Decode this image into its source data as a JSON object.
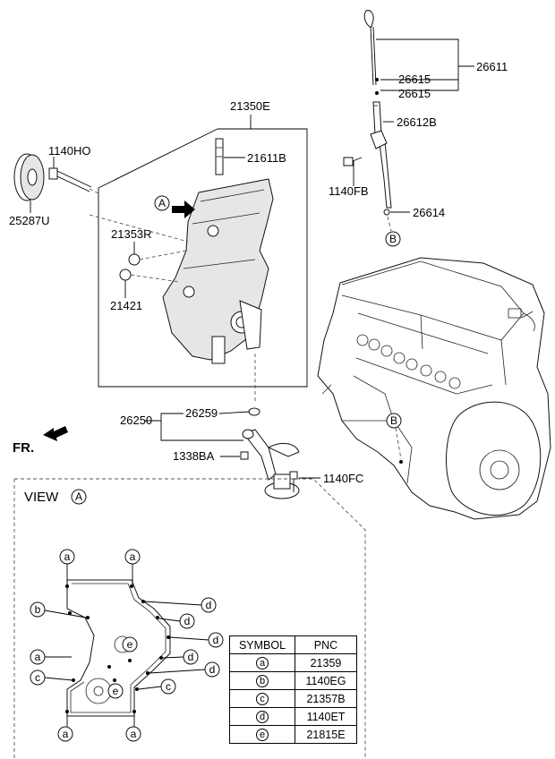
{
  "part_labels": {
    "p26611": "26611",
    "p26615a": "26615",
    "p26615b": "26615",
    "p26612B": "26612B",
    "p1140FB": "1140FB",
    "p26614": "26614",
    "p21350E": "21350E",
    "p21611B": "21611B",
    "p1140HO": "1140HO",
    "p25287U": "25287U",
    "p21353R": "21353R",
    "p21421": "21421",
    "p26259": "26259",
    "p26250": "26250",
    "p1338BA": "1338BA",
    "p1140FC": "1140FC"
  },
  "markers": {
    "view_ref": "A",
    "engine_ref_top": "B",
    "engine_ref_bottom": "B"
  },
  "direction_label": "FR.",
  "view": {
    "title": "VIEW",
    "ref": "A",
    "callouts": {
      "a1": "a",
      "a2": "a",
      "a3": "a",
      "a4": "a",
      "a5": "a",
      "b1": "b",
      "c1": "c",
      "c2": "c",
      "d1": "d",
      "d2": "d",
      "d3": "d",
      "d4": "d",
      "d5": "d",
      "e1": "e",
      "e2": "e"
    }
  },
  "symbol_table": {
    "header_symbol": "SYMBOL",
    "header_pnc": "PNC",
    "rows": [
      {
        "symbol": "a",
        "pnc": "21359"
      },
      {
        "symbol": "b",
        "pnc": "1140EG"
      },
      {
        "symbol": "c",
        "pnc": "21357B"
      },
      {
        "symbol": "d",
        "pnc": "1140ET"
      },
      {
        "symbol": "e",
        "pnc": "21815E"
      }
    ]
  }
}
